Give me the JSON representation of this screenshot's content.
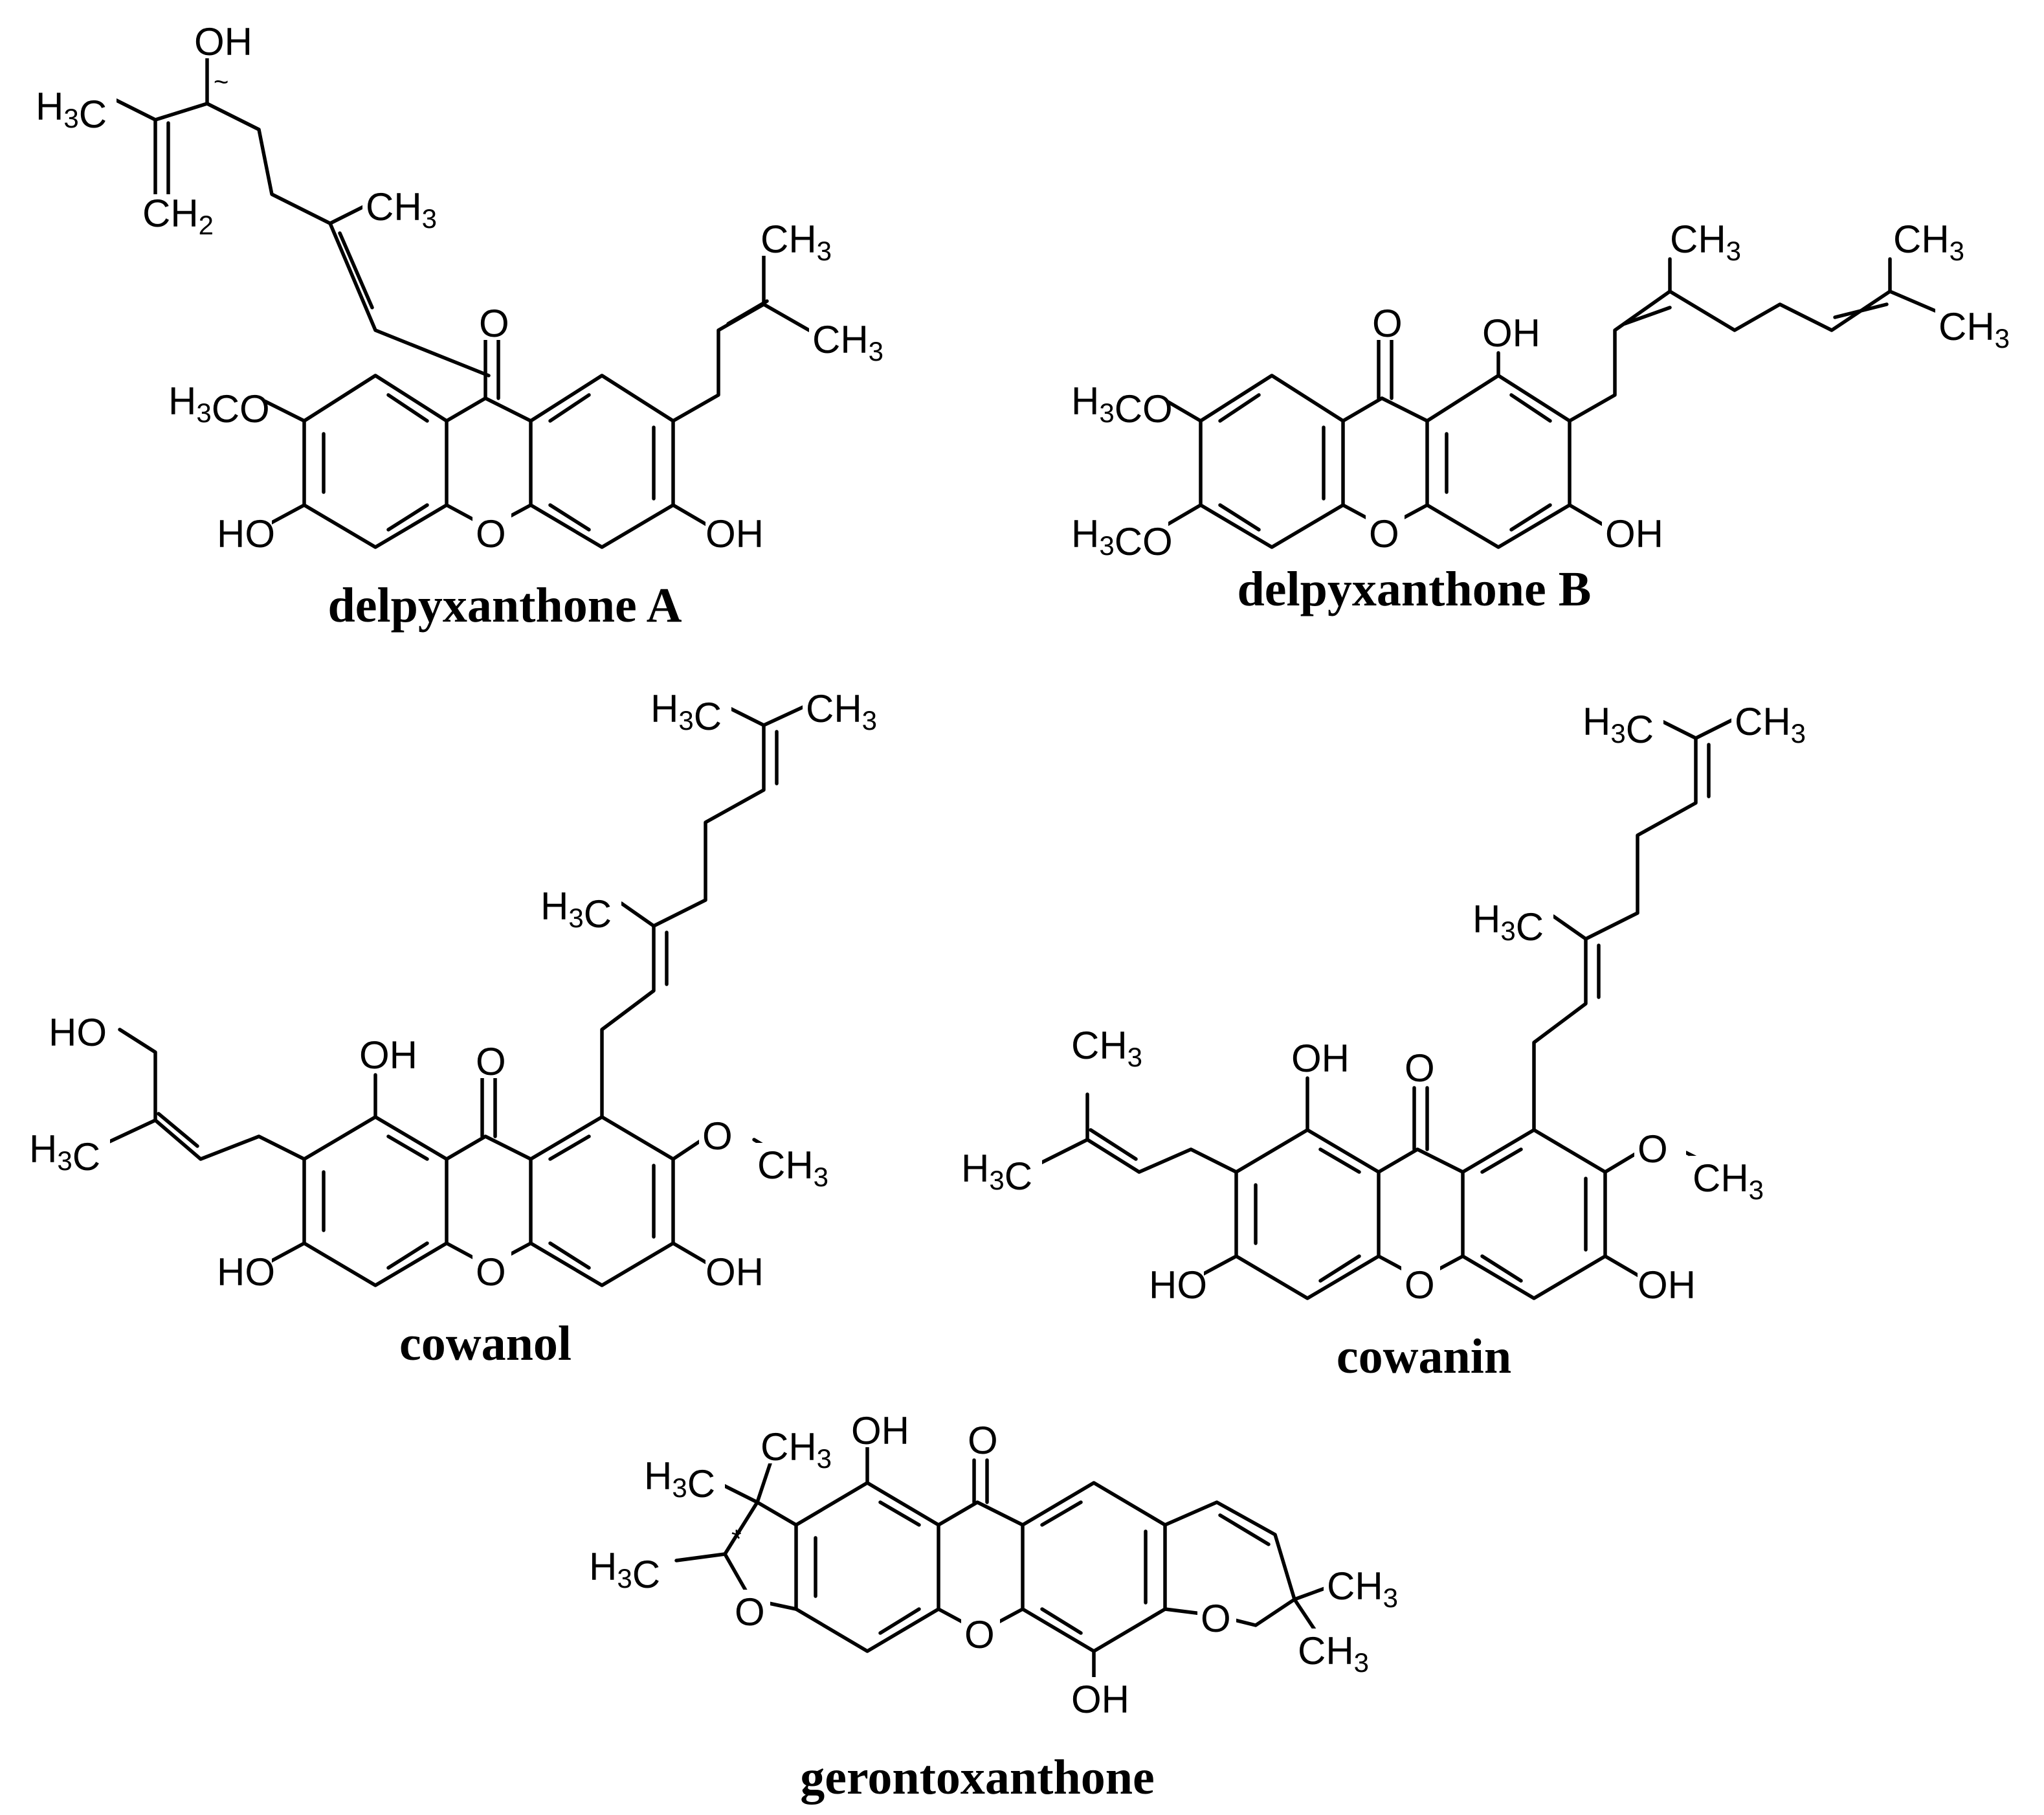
{
  "figure": {
    "compounds": [
      {
        "name": "delpyxanthone A",
        "labels": [
          "OH",
          "H3C",
          "CH2",
          "CH3",
          "CH3",
          "CH3",
          "O",
          "H3CO",
          "HO",
          "O",
          "OH"
        ]
      },
      {
        "name": "delpyxanthone B",
        "labels": [
          "CH3",
          "CH3",
          "CH3",
          "O",
          "OH",
          "H3CO",
          "H3CO",
          "O",
          "OH"
        ]
      },
      {
        "name": "cowanol",
        "labels": [
          "H3C",
          "CH3",
          "H3C",
          "HO",
          "OH",
          "O",
          "H3C",
          "O",
          "CH3",
          "HO",
          "O",
          "OH"
        ]
      },
      {
        "name": "cowanin",
        "labels": [
          "H3C",
          "CH3",
          "H3C",
          "CH3",
          "OH",
          "O",
          "H3C",
          "O",
          "CH3",
          "HO",
          "O",
          "OH"
        ]
      },
      {
        "name": "gerontoxanthone",
        "labels": [
          "OH",
          "O",
          "H3C",
          "CH3",
          "H3C",
          "*",
          "O",
          "O",
          "O",
          "CH3",
          "CH3",
          "OH"
        ]
      }
    ]
  }
}
